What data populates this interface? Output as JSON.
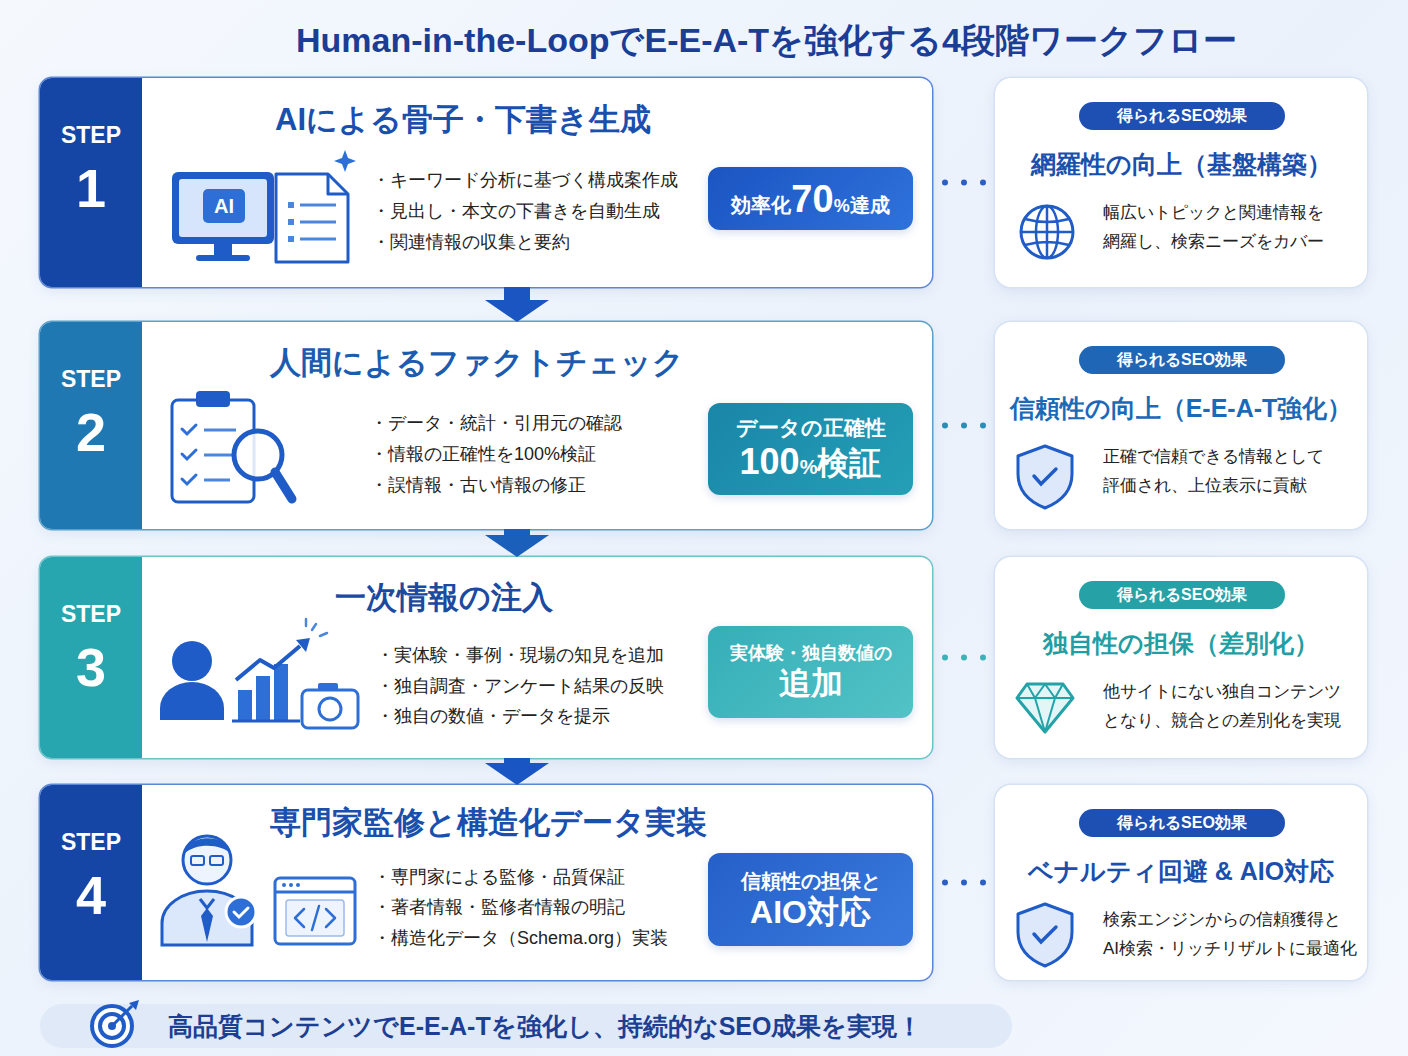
{
  "diagram": {
    "title": "Human-in-the-LoopでE-E-A-Tを強化する4段階ワークフロー",
    "nodes": [
      {
        "text": [
          "AIによる骨子・下書き生成",
          "・キーワード分析に基づく構成案作成",
          "・見出し・本文の下書きを自動生成",
          "・関連情報の収集と要約"
        ]
      },
      {
        "text": [
          "STEP",
          "1"
        ],
        "in": 0
      },
      {
        "text": [
          "効率化",
          "70",
          "%",
          "達成"
        ],
        "in": 0
      },
      {
        "text": [
          "網羅性の向上（基盤構築）",
          "幅広いトピックと関連情報を 網羅し、検索ニーズをカバー"
        ]
      },
      {
        "text": [
          "得られるSEO効果"
        ],
        "in": 3
      },
      {
        "text": [
          "人間によるファクトチェック",
          "・データ・統計・引用元の確認",
          "・情報の正確性を100%検証",
          "・誤情報・古い情報の修正"
        ]
      },
      {
        "text": [
          "STEP",
          "2"
        ],
        "in": 5
      },
      {
        "text": [
          "データの正確性",
          "100",
          "%",
          "検証"
        ],
        "in": 5
      },
      {
        "text": [
          "信頼性の向上（E-E-A-T強化）",
          "正確で信頼できる情報として 評価され、上位表示に貢献"
        ]
      },
      {
        "text": [
          "得られるSEO効果"
        ],
        "in": 8
      },
      {
        "text": [
          "一次情報の注入",
          "・実体験・事例・現場の知見を追加",
          "・独自調査・アンケート結果の反映",
          "・独自の数値・データを提示"
        ]
      },
      {
        "text": [
          "STEP",
          "3"
        ],
        "in": 10
      },
      {
        "text": [
          "実体験・独自数値の",
          "追加"
        ],
        "in": 10
      },
      {
        "text": [
          "独自性の担保（差別化）",
          "他サイトにない独自コンテンツ となり、競合との差別化を実現"
        ]
      },
      {
        "text": [
          "得られるSEO効果"
        ],
        "in": 13
      },
      {
        "text": [
          "専門家監修と構造化データ実装",
          "・専門家による監修・品質保証",
          "・著者情報・監修者情報の明記",
          "・構造化データ（Schema.org）実装"
        ]
      },
      {
        "text": [
          "STEP",
          "4"
        ],
        "in": 15
      },
      {
        "text": [
          "信頼性の担保と",
          "AIO対応"
        ],
        "in": 15
      },
      {
        "text": [
          "ベナルティ回避 & AIO対応",
          "検索エンジンからの信頼獲得と AI検索・リッチリザルトに最適化"
        ]
      },
      {
        "text": [
          "得られるSEO効果"
        ],
        "in": 18
      },
      {
        "text": [
          "高品質コンテンツでE-E-A-Tを強化し、持続的なSEO成果を実現！"
        ]
      }
    ],
    "edges": [
      {
        "from": 0,
        "to": 5,
        "arrow": "to"
      },
      {
        "from": 5,
        "to": 10,
        "arrow": "to"
      },
      {
        "from": 10,
        "to": 15,
        "arrow": "to"
      },
      {
        "from": 0,
        "to": 3,
        "arrow": "none"
      },
      {
        "from": 5,
        "to": 8,
        "arrow": "none"
      },
      {
        "from": 10,
        "to": 13,
        "arrow": "none"
      },
      {
        "from": 15,
        "to": 18,
        "arrow": "none"
      }
    ],
    "labels": [
      "AI"
    ]
  }
}
